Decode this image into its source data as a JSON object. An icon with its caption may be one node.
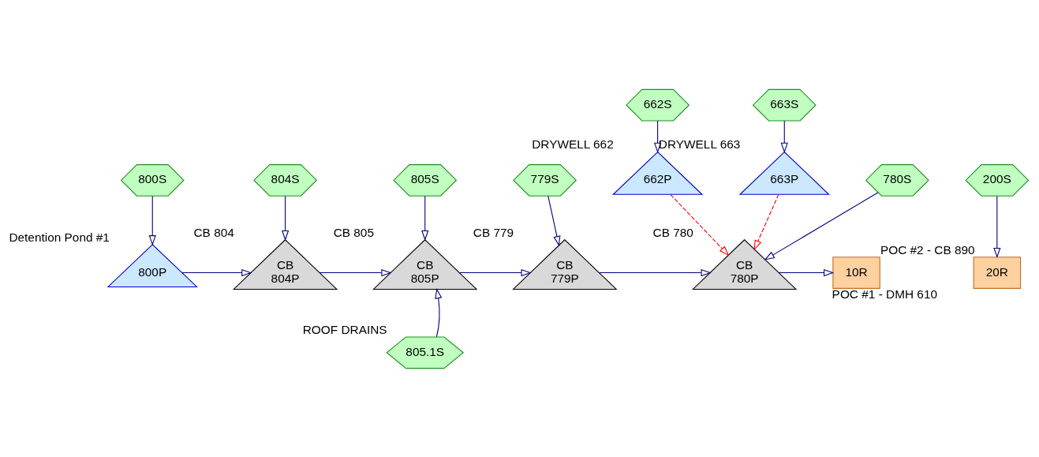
{
  "diagram": {
    "nodes": [
      {
        "text": [
          "662S"
        ]
      },
      {
        "text": [
          "663S"
        ]
      },
      {
        "text": [
          "662P"
        ],
        "beside": [
          "DRYWELL 662"
        ]
      },
      {
        "text": [
          "663P"
        ],
        "beside": [
          "DRYWELL 663"
        ]
      },
      {
        "text": [
          "200S"
        ]
      },
      {
        "text": [
          "20R"
        ],
        "beside": [
          "POC #2 - CB 890"
        ]
      },
      {
        "text": [
          "800S"
        ]
      },
      {
        "text": [
          "804S"
        ]
      },
      {
        "text": [
          "805S"
        ]
      },
      {
        "text": [
          "779S"
        ]
      },
      {
        "text": [
          "780S"
        ]
      },
      {
        "text": [
          "800P"
        ],
        "beside": [
          "Detention Pond #1"
        ]
      },
      {
        "text": [
          "CB",
          "804P"
        ],
        "beside": [
          "CB 804"
        ]
      },
      {
        "text": [
          "CB",
          "805P"
        ],
        "beside": [
          "CB 805"
        ]
      },
      {
        "text": [
          "CB",
          "779P"
        ],
        "beside": [
          "CB 779"
        ]
      },
      {
        "text": [
          "CB",
          "780P"
        ],
        "beside": [
          "CB 780"
        ]
      },
      {
        "text": [
          "10R"
        ],
        "beside": [
          "POC #1 - DMH 610"
        ]
      },
      {
        "text": [
          "805.1S"
        ],
        "beside": [
          "ROOF DRAINS"
        ]
      }
    ],
    "edges": [
      {
        "from": 0,
        "to": 2,
        "arrow": "to"
      },
      {
        "from": 1,
        "to": 3,
        "arrow": "to"
      },
      {
        "from": 2,
        "to": 15,
        "arrow": "to",
        "style": "dashed",
        "color": "#ff0000"
      },
      {
        "from": 3,
        "to": 15,
        "arrow": "to",
        "style": "dashed",
        "color": "#ff0000"
      },
      {
        "from": 4,
        "to": 5,
        "arrow": "to"
      },
      {
        "from": 6,
        "to": 11,
        "arrow": "to"
      },
      {
        "from": 7,
        "to": 12,
        "arrow": "to"
      },
      {
        "from": 8,
        "to": 13,
        "arrow": "to"
      },
      {
        "from": 9,
        "to": 14,
        "arrow": "to"
      },
      {
        "from": 10,
        "to": 15,
        "arrow": "to"
      },
      {
        "from": 11,
        "to": 12,
        "arrow": "to"
      },
      {
        "from": 12,
        "to": 13,
        "arrow": "to"
      },
      {
        "from": 13,
        "to": 14,
        "arrow": "to"
      },
      {
        "from": 14,
        "to": 15,
        "arrow": "to"
      },
      {
        "from": 15,
        "to": 16,
        "arrow": "to"
      },
      {
        "from": 17,
        "to": 13,
        "arrow": "to"
      }
    ]
  }
}
